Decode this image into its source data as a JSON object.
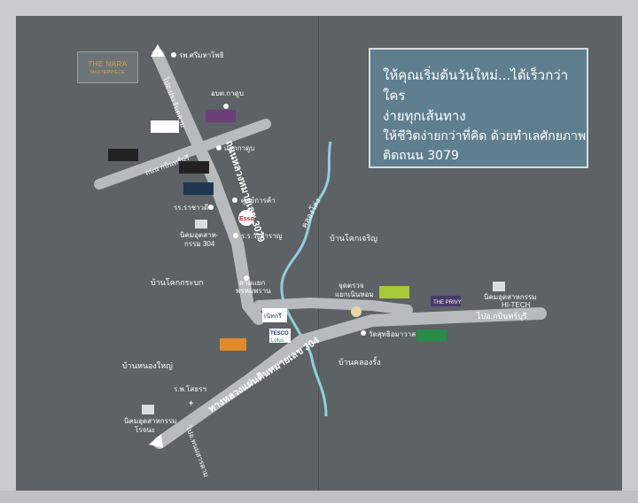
{
  "callout": {
    "line1": "ให้คุณเริ่มต้นวันใหม่...ได้เร็วกว่าใคร",
    "line2": "ง่ายทุกเส้นทาง",
    "line3": "ให้ชีวิตง่ายกว่าที่คิด ด้วยทำเลศักยภาพ",
    "line4": "ติดถนน 3079"
  },
  "brand": {
    "name": "THE NARA",
    "tagline": "MASTERPIECE"
  },
  "roads": {
    "r3079": "ถนนหลวงหมายเลข 3079",
    "r304": "ทางหลวงแผ่นดินหมายเลข 304",
    "kabin": "ถนน กบินทร์บุรี",
    "kabinburi": "ไปอ.กบินทร์บุรี",
    "to_north": "ไปอ.ประจันตคาม",
    "to_south": "ไปอ.พนมสารคาม",
    "canal": "คลองโล่ง"
  },
  "places": {
    "hospital": "รพ.ศรีมหาโพธิ",
    "kadoo": "อบต.กาดูบ",
    "junction": "แยกกาดูบ",
    "market": "ศูนย์การค้า",
    "school1": "รร.ราชาวดี",
    "school2": "ร.ร.วังสำราญ",
    "estate304_1": "นิคมอุตสาห-",
    "estate304_2": "กรรม 304",
    "village_ko_charoen": "บ้านโคกเจริญ",
    "village_ko_krabok": "บ้านโคกกระบก",
    "village_nong_yai": "บ้านหนองใหญ่",
    "village_khlong_rang": "บ้านคลองรั้ง",
    "ttn_school": "สามแยก",
    "ttn_school2": "พรหมพราน",
    "checkpoint1": "จุดตรวจ",
    "checkpoint2": "แยกเนินหอม",
    "wat": "วัดสุทธิอมาวาส",
    "hitech1": "นิคมอุตสาหกรรม",
    "hitech2": "HI-TECH",
    "hospital2": "ร.พ.โสธรฯ",
    "rojana1": "นิคมอุตสาหกรรม",
    "rojana2": "โรจนะ"
  },
  "signs": {
    "the_privy": "THE PRIVY",
    "tesco": "TESCO",
    "lotus": "Lotus",
    "esso": "Esso",
    "nerit": "เนิทกรี"
  }
}
